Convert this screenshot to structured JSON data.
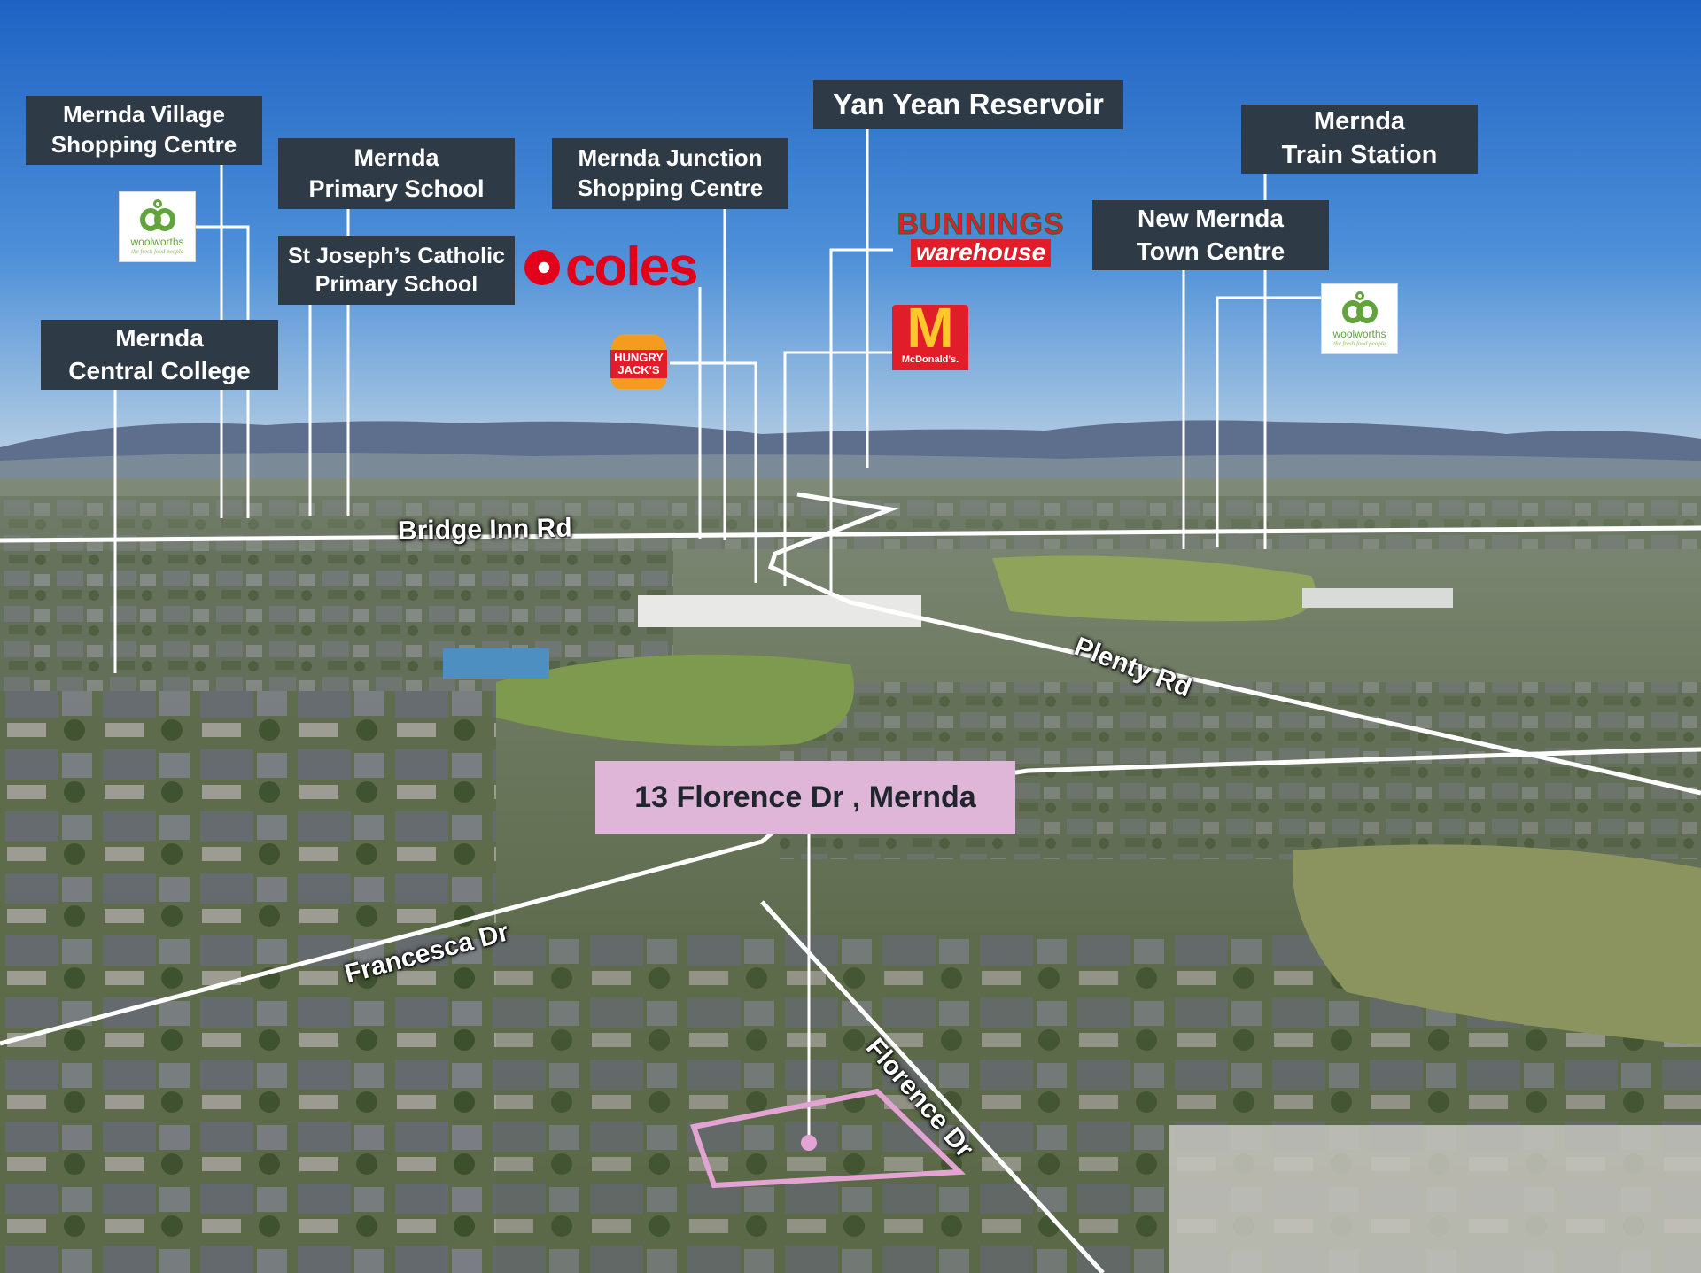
{
  "labels": {
    "merndaVillage": "Mernda Village Shopping Centre",
    "merndaVillage_l1": "Mernda Village",
    "merndaVillage_l2": "Shopping Centre",
    "merndaPrimary_l1": "Mernda",
    "merndaPrimary_l2": "Primary School",
    "stJosephs_l1": "St Joseph’s Catholic",
    "stJosephs_l2": "Primary School",
    "merndaCentral_l1": "Mernda",
    "merndaCentral_l2": "Central College",
    "merndaJunction_l1": "Mernda Junction",
    "merndaJunction_l2": "Shopping Centre",
    "yanYean": "Yan Yean Reservoir",
    "trainStation_l1": "Mernda",
    "trainStation_l2": "Train Station",
    "townCentre_l1": "New Mernda",
    "townCentre_l2": "Town Centre"
  },
  "address": "13 Florence Dr , Mernda",
  "roads": {
    "bridgeInn": "Bridge Inn Rd",
    "plenty": "Plenty Rd",
    "francesca": "Francesca Dr",
    "florence": "Florence Dr"
  },
  "logos": {
    "woolworths": {
      "name": "woolworths",
      "tag": "the fresh food people"
    },
    "coles": "coles",
    "bunnings": {
      "line1": "BUNNINGS",
      "line2": "warehouse"
    },
    "mcdonalds": {
      "mark": "M",
      "word": "McDonald's."
    },
    "hungryJacks": {
      "line1": "HUNGRY",
      "line2": "JACK'S"
    }
  },
  "colors": {
    "label_bg": "#2f3a47",
    "address_bg": "#dfb6d8",
    "boundary": "#e3a4d4",
    "road_line": "#ffffff"
  }
}
